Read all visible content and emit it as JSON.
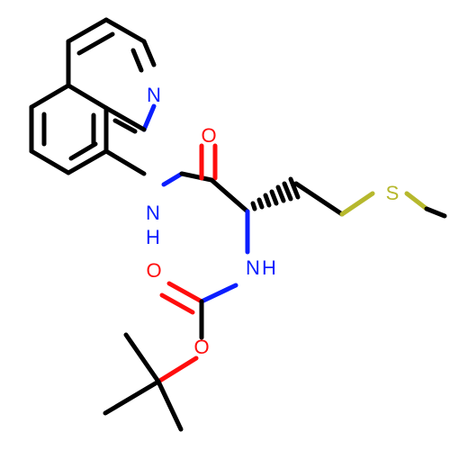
{
  "molecule": {
    "atoms": {
      "n_ring": "N",
      "o_amide": "O",
      "n_amide": "N",
      "h_amide": "H",
      "s_thioether": "S",
      "n_carbamate": "N",
      "h_carbamate": "H",
      "o_carbonyl": "O",
      "o_ester": "O"
    },
    "colors": {
      "nitrogen": "#0b1eff",
      "oxygen": "#ff0d0d",
      "sulfur": "#b6b82d",
      "carbon": "#000000"
    }
  }
}
